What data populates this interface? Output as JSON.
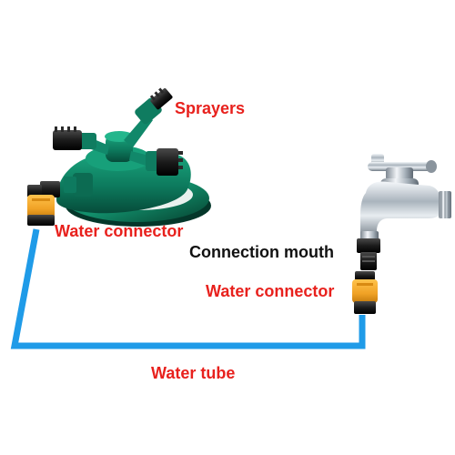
{
  "labels": {
    "sprayers": "Sprayers",
    "water_connector_left": "Water connector",
    "connection_mouth": "Connection mouth",
    "water_connector_right": "Water connector",
    "water_tube": "Water tube"
  },
  "colors": {
    "label_red": "#e8211d",
    "label_dark": "#111111",
    "tube": "#1f9be8",
    "sprinkler_green": "#0e7a5f",
    "connector_orange": "#f1a52c",
    "connector_black": "#1c1c1c",
    "faucet_chrome": "#b9c3cc"
  },
  "icons": {
    "sprinkler": "sprinkler-icon",
    "faucet": "faucet-icon",
    "connector": "quick-connector-icon"
  }
}
